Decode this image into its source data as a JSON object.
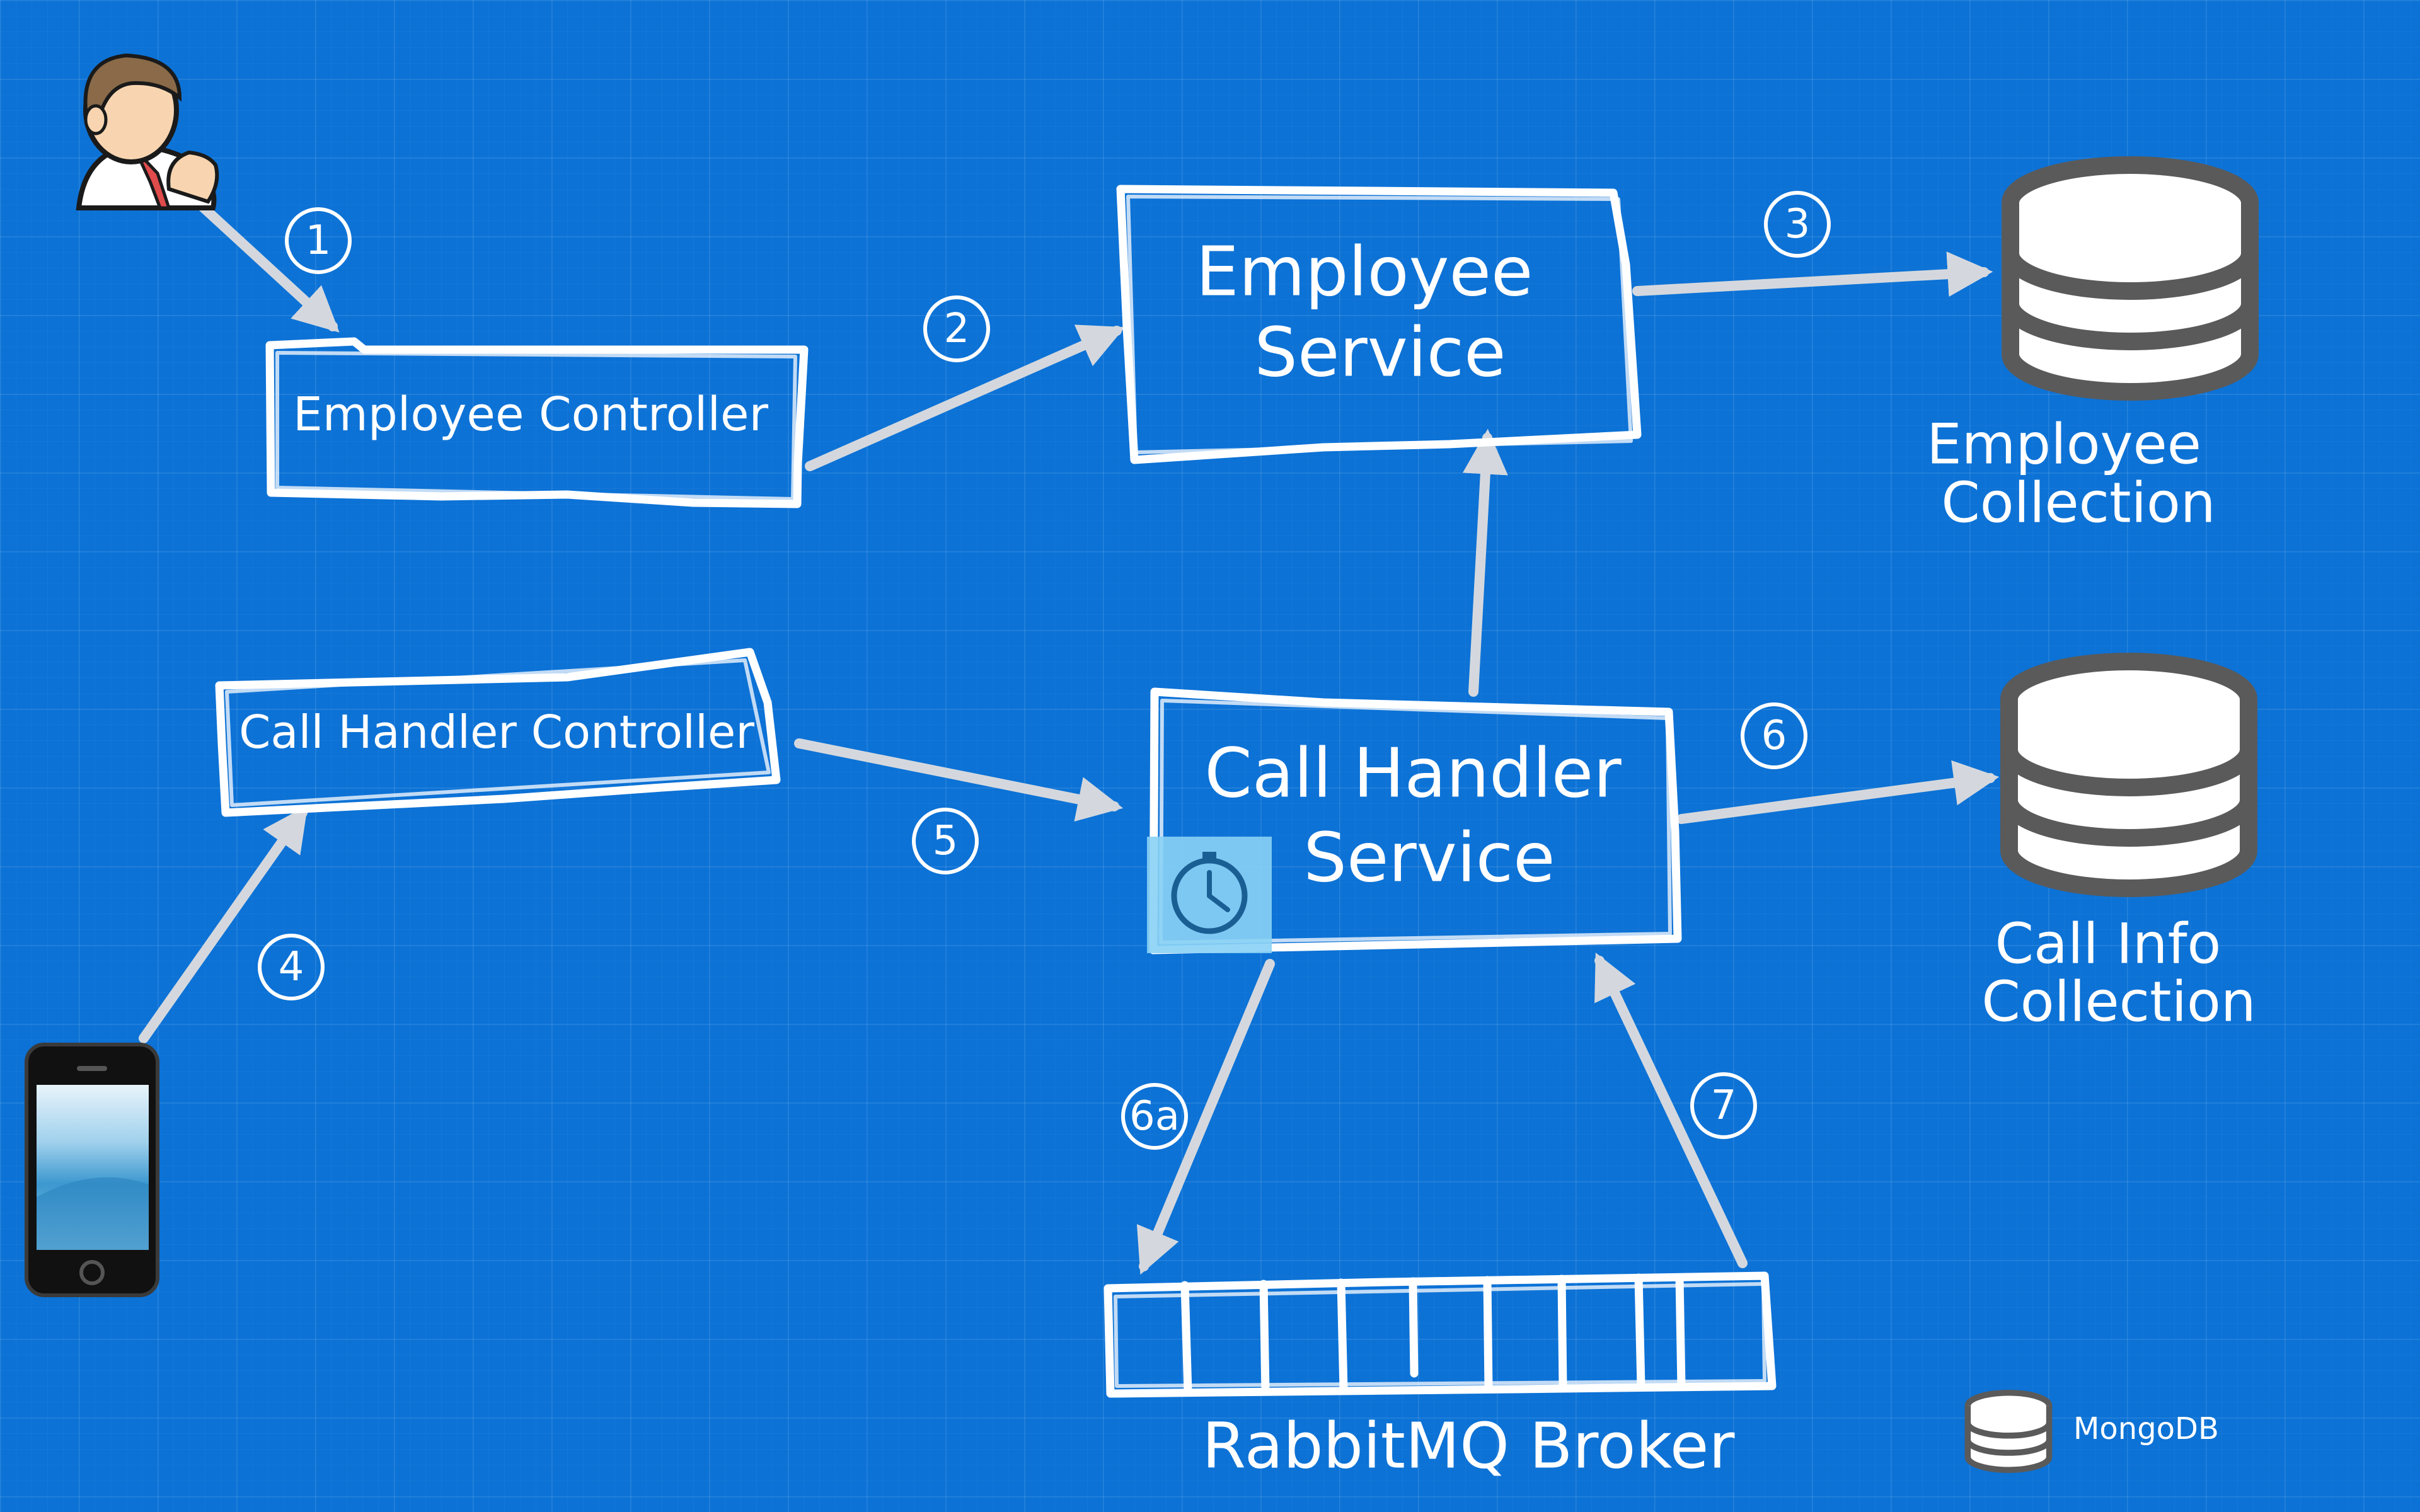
{
  "nodes": {
    "employee_controller": "Employee Controller",
    "employee_service": [
      "Employee",
      "Service"
    ],
    "employee_collection": [
      "Employee",
      "Collection"
    ],
    "call_handler_controller": "Call Handler Controller",
    "call_handler_service": [
      "Call Handler",
      "Service"
    ],
    "call_info_collection": [
      "Call Info",
      "Collection"
    ],
    "rabbitmq_broker": "RabbitMQ Broker",
    "legend_mongodb": "MongoDB"
  },
  "steps": [
    "1",
    "2",
    "3",
    "4",
    "5",
    "6",
    "6a",
    "7"
  ],
  "icons": {
    "user": "user-avatar-icon",
    "phone": "smartphone-icon",
    "database": "database-icon",
    "timer": "stopwatch-icon"
  },
  "colors": {
    "background": "#0c72d6",
    "arrow": "#d4d8de",
    "database": "#5a5a5a"
  }
}
